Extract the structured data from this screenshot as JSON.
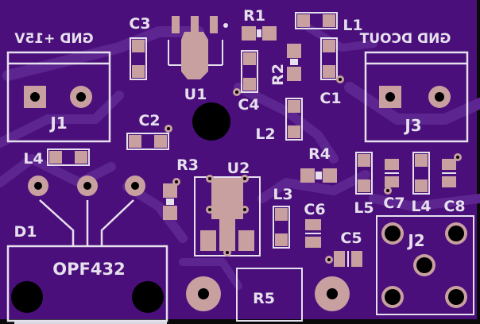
{
  "colors": {
    "board": "#4a0f7a",
    "trace": "#5d2590",
    "silk": "#e6e0ee",
    "pad": "#c8a0a0",
    "hole": "#000000",
    "edge": "#0a0a0a"
  },
  "labels": {
    "J1": "J1",
    "J2": "J2",
    "J3": "J3",
    "C1": "C1",
    "C2": "C2",
    "C3": "C3",
    "C4": "C4",
    "C5": "C5",
    "C6": "C6",
    "C7": "C7",
    "C8": "C8",
    "R1": "R1",
    "R2": "R2",
    "R3": "R3",
    "R4": "R4",
    "R5": "R5",
    "L1": "L1",
    "L2": "L2",
    "L3": "L3",
    "L4a": "L4",
    "L4b": "L4",
    "L5": "L5",
    "U1": "U1",
    "U2": "U2",
    "D1": "D1",
    "D1_part": "OPF432",
    "left_connector": "GND +15V",
    "right_connector": "GND DCOUT"
  }
}
